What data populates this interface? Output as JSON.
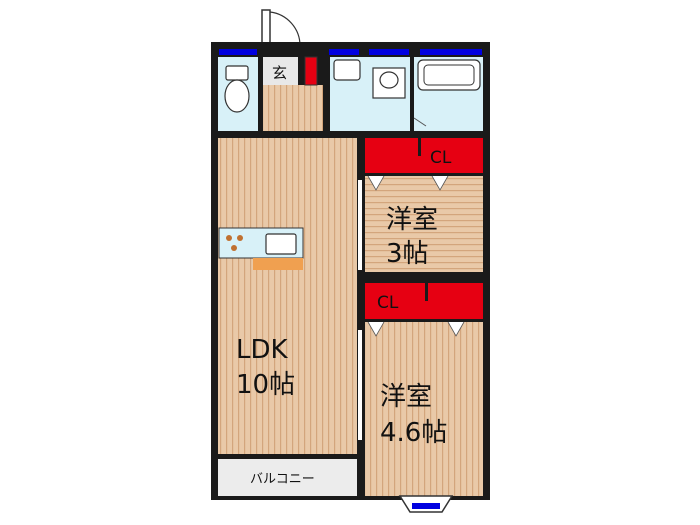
{
  "floorplan": {
    "rooms": {
      "ldk": {
        "name": "LDK",
        "size": "10帖"
      },
      "western_small": {
        "name": "洋室",
        "size": "3帖"
      },
      "western_large": {
        "name": "洋室",
        "size": "4.6帖"
      },
      "entrance": {
        "name": "玄"
      },
      "balcony": {
        "name": "バルコニー"
      }
    },
    "closets": [
      {
        "label": "CL"
      },
      {
        "label": "CL"
      }
    ]
  },
  "colors": {
    "wall": "#1a1a1a",
    "wood_floor": "#e9c9a8",
    "wood_stripe": "#d3a57c",
    "wet_area": "#d8f1f8",
    "closet": "#e60012",
    "window": "#0000e0",
    "balcony": "#ececec",
    "counter": "#f0a050"
  }
}
